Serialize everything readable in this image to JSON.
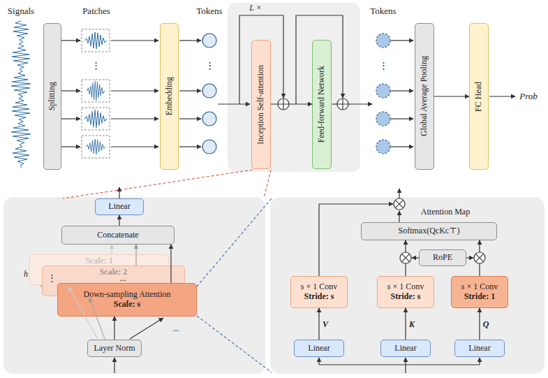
{
  "diagram": {
    "nodes": [
      {
        "text": [
          "Splitting"
        ]
      },
      {
        "text": [
          "Embedding"
        ]
      },
      {
        "text": [
          "Inception Self-attention"
        ]
      },
      {
        "text": [
          "Feed-forward Network"
        ]
      },
      {
        "text": [
          "Global Average Pooling"
        ]
      },
      {
        "text": [
          "FC Head"
        ]
      },
      {
        "text": [
          "Linear"
        ]
      },
      {
        "text": [
          "Concatenate"
        ]
      },
      {
        "text": [
          "Scale: 1"
        ]
      },
      {
        "text": [
          "Scale: 2"
        ]
      },
      {
        "text": [
          "Down-sampling Attention",
          "Scale: s"
        ]
      },
      {
        "text": [
          "Layer Norm"
        ]
      },
      {
        "text": [
          "Softmax(QcKc⊤)"
        ]
      },
      {
        "text": [
          "RoPE"
        ]
      },
      {
        "text": [
          "s × 1 Conv",
          "Stride: s"
        ]
      },
      {
        "text": [
          "s × 1 Conv",
          "Stride: s"
        ]
      },
      {
        "text": [
          "s × 1 Conv",
          "Stride: 1"
        ]
      },
      {
        "text": [
          "Linear"
        ]
      },
      {
        "text": [
          "Linear"
        ]
      },
      {
        "text": [
          "Linear"
        ]
      }
    ],
    "edges": [
      {
        "from": 2,
        "to": 3,
        "arrow": "to"
      },
      {
        "from": 4,
        "to": 5,
        "arrow": "to"
      },
      {
        "from": 7,
        "to": 6,
        "arrow": "to"
      },
      {
        "from": 10,
        "to": 7,
        "arrow": "to"
      },
      {
        "from": 9,
        "to": 7,
        "arrow": "to"
      },
      {
        "from": 8,
        "to": 7,
        "arrow": "to"
      },
      {
        "from": 11,
        "to": 10,
        "arrow": "to"
      },
      {
        "from": 17,
        "to": 14,
        "label": "V",
        "arrow": "to"
      },
      {
        "from": 18,
        "to": 15,
        "label": "K",
        "arrow": "to"
      },
      {
        "from": 19,
        "to": 16,
        "label": "Q",
        "arrow": "to"
      },
      {
        "from": 15,
        "to": 12,
        "arrow": "to"
      },
      {
        "from": 16,
        "to": 12,
        "arrow": "to"
      }
    ],
    "labels": [
      "Signals",
      "Patches",
      "⋮",
      "Tokens",
      "⋮",
      "L ×",
      "Tokens",
      "⋮",
      "Prob",
      "h",
      "⋮",
      "...",
      "...",
      "Attention Map"
    ]
  }
}
